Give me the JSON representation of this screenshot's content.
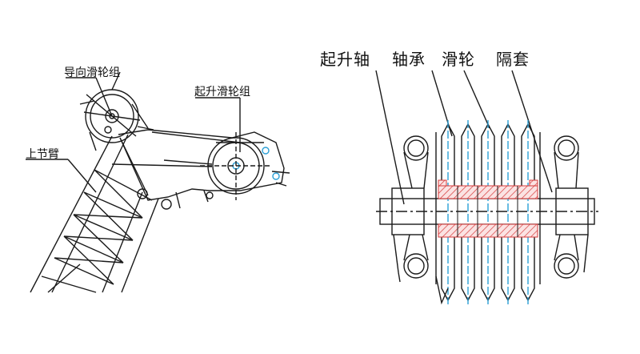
{
  "left_diagram": {
    "labels": {
      "guide_pulley_group": "导向滑轮组",
      "hoist_pulley_group": "起升滑轮组",
      "upper_boom": "上节臂"
    }
  },
  "right_diagram": {
    "labels": {
      "hoist_shaft": "起升轴",
      "bearing": "轴承",
      "pulley": "滑轮",
      "spacer": "隔套"
    }
  },
  "colors": {
    "line": "#1a1a1a",
    "hatch": "#d63a3a",
    "center_line": "#2a9fd6"
  }
}
